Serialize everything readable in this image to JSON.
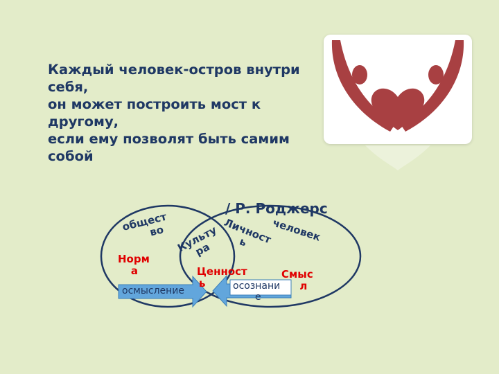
{
  "quote": {
    "lines": [
      "Каждый человек-остров внутри",
      "себя,",
      "он может построить мост к",
      "другому,",
      "если ему позволят быть самим",
      "собой"
    ],
    "author": "/ Р. Роджерс"
  },
  "diagram": {
    "labels": {
      "society_1": "общест",
      "society_2": "во",
      "norm_1": "Нор",
      "norm_1b": "м",
      "norm_2": "а",
      "culture_1": "Культу",
      "culture_2": "ра",
      "personality_1": "Личност",
      "personality_2": "ь",
      "value_1": "Ценност",
      "value_2": "ь",
      "human": "человек",
      "meaning_1": "Смыс",
      "meaning_2": "л"
    },
    "arrows": {
      "left": "осмысление",
      "right_1": "осознани",
      "right_2": "е"
    }
  },
  "colors": {
    "background": "#e3ecc9",
    "text_navy": "#1f3864",
    "text_red": "#e00000",
    "ellipse_stroke": "#1f3864",
    "arrow_fill": "#62a6dc",
    "logo_red": "#a84042"
  }
}
